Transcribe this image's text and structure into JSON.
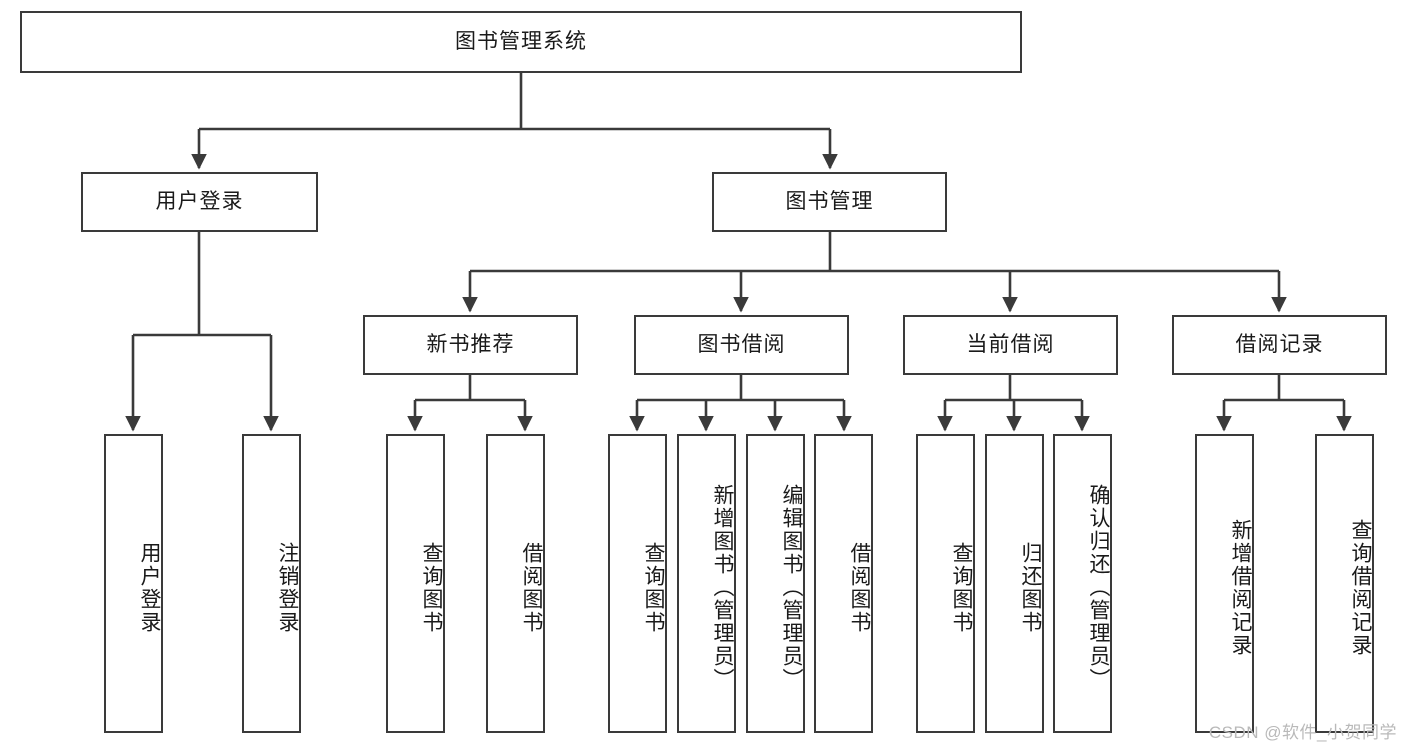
{
  "diagram": {
    "title": "图书管理系统",
    "type": "tree-hierarchy-chart",
    "watermark": "CSDN @软件_小贺同学",
    "colors": {
      "box_border": "#3a3a3a",
      "box_fill": "#ffffff",
      "edge": "#3a3a3a",
      "text": "#1a1a1a",
      "watermark": "#b9b9b9",
      "background": "#ffffff"
    },
    "root": {
      "label": "图书管理系统"
    },
    "level1": [
      {
        "label": "用户登录"
      },
      {
        "label": "图书管理"
      }
    ],
    "level2": [
      {
        "label": "新书推荐"
      },
      {
        "label": "图书借阅"
      },
      {
        "label": "当前借阅"
      },
      {
        "label": "借阅记录"
      }
    ],
    "leaves": {
      "user_login": [
        {
          "label": "用户登录"
        },
        {
          "label": "注销登录"
        }
      ],
      "new_book_recommend": [
        {
          "label": "查询图书"
        },
        {
          "label": "借阅图书"
        }
      ],
      "book_borrow": [
        {
          "label": "查询图书"
        },
        {
          "label": "新增图书（管理员）"
        },
        {
          "label": "编辑图书（管理员）"
        },
        {
          "label": "借阅图书"
        }
      ],
      "current_borrow": [
        {
          "label": "查询图书"
        },
        {
          "label": "归还图书"
        },
        {
          "label": "确认归还（管理员）"
        }
      ],
      "borrow_record": [
        {
          "label": "新增借阅记录"
        },
        {
          "label": "查询借阅记录"
        }
      ]
    }
  }
}
